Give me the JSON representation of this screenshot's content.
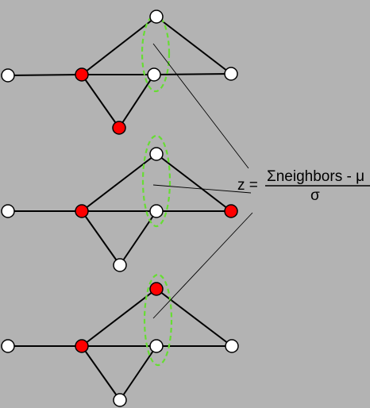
{
  "formula": {
    "lhs": "z =",
    "numerator": "Σneighbors - μ",
    "denominator": "σ"
  },
  "colors": {
    "background": "#b3b3b3",
    "edge": "#000000",
    "node_stroke": "#000000",
    "node_fill_default": "#ffffff",
    "node_fill_active": "#ff0000",
    "highlight_ellipse": "#66dd33",
    "pointer_line": "#000000"
  },
  "graphs": [
    {
      "name": "graph-top",
      "node_states": [
        "white",
        "red",
        "white",
        "white",
        "white",
        "red"
      ]
    },
    {
      "name": "graph-middle",
      "node_states": [
        "white",
        "red",
        "white",
        "white",
        "red",
        "white"
      ]
    },
    {
      "name": "graph-bottom",
      "node_states": [
        "white",
        "red",
        "red",
        "white",
        "white",
        "white"
      ]
    }
  ]
}
